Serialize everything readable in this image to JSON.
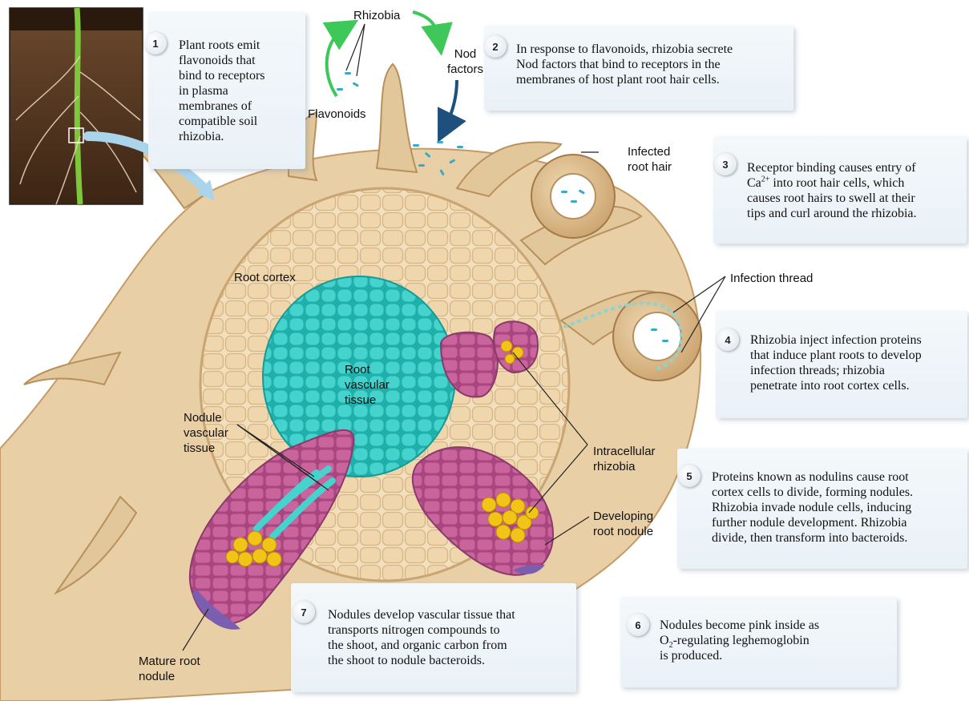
{
  "labels": {
    "rhizobia": "Rhizobia",
    "nod_factors": "Nod\nfactors",
    "flavonoids": "Flavonoids",
    "infected_root_hair": "Infected\nroot hair",
    "root_cortex": "Root cortex",
    "infection_thread": "Infection thread",
    "root_vascular_tissue": "Root\nvascular\ntissue",
    "nodule_vascular_tissue": "Nodule\nvascular\ntissue",
    "intracellular_rhizobia": "Intracellular\nrhizobia",
    "developing_root_nodule": "Developing\nroot nodule",
    "mature_root_nodule": "Mature root\nnodule"
  },
  "steps": [
    {
      "num": "1",
      "text": "Plant roots emit\nflavonoids that\nbind to receptors\nin plasma\nmembranes of\ncompatible soil\nrhizobia."
    },
    {
      "num": "2",
      "text": "In response to flavonoids, rhizobia secrete\nNod factors that bind to receptors in the\nmembranes of host plant root hair cells."
    },
    {
      "num": "3",
      "text_before": "Receptor binding causes entry of\nCa",
      "text_sup": "2+",
      "text_after": " into root hair cells, which\ncauses root hairs to swell at their\ntips and curl around the rhizobia."
    },
    {
      "num": "4",
      "text": "Rhizobia inject infection proteins\nthat induce plant roots to develop\ninfection threads; rhizobia\npenetrate into root cortex cells."
    },
    {
      "num": "5",
      "text": "Proteins known as nodulins cause root\ncortex cells to divide, forming nodules.\nRhizobia invade nodule cells, inducing\nfurther nodule development. Rhizobia\ndivide, then transform into bacteroids."
    },
    {
      "num": "6",
      "text_before": "Nodules become pink inside as\nO",
      "text_sub": "2",
      "text_after": "-regulating leghemoglobin\nis produced."
    },
    {
      "num": "7",
      "text": "Nodules develop vascular tissue that\ntransports nitrogen compounds to\nthe shoot, and organic carbon from\nthe shoot to nodule bacteroids."
    }
  ],
  "colors": {
    "root_hair": "#e2c79b",
    "root_hair_edge": "#b8905c",
    "cortex": "#eed8b3",
    "vascular": "#3fc8c3",
    "nodule": "#c25a93",
    "nodule_tip": "#7a5fb0",
    "bacteroid": "#f2c418",
    "soil": "#5a3a22",
    "green_arrow": "#3ec85a",
    "blue_arrow": "#1f4f7c"
  }
}
